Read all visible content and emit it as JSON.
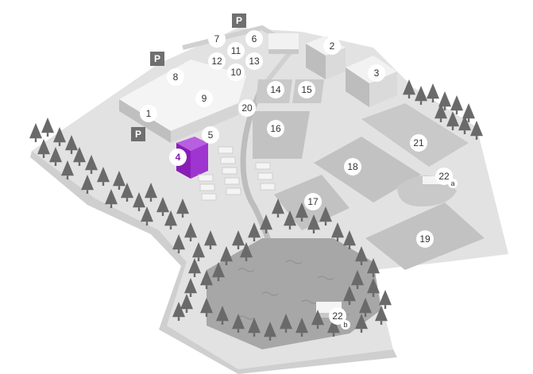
{
  "map": {
    "highlight_color": "#8a1cb8",
    "markers": [
      {
        "id": "1",
        "label": "1"
      },
      {
        "id": "2",
        "label": "2"
      },
      {
        "id": "3",
        "label": "3"
      },
      {
        "id": "4",
        "label": "4",
        "highlighted": true
      },
      {
        "id": "5",
        "label": "5"
      },
      {
        "id": "6",
        "label": "6"
      },
      {
        "id": "7",
        "label": "7"
      },
      {
        "id": "8",
        "label": "8"
      },
      {
        "id": "9",
        "label": "9"
      },
      {
        "id": "10",
        "label": "10"
      },
      {
        "id": "11",
        "label": "11"
      },
      {
        "id": "12",
        "label": "12"
      },
      {
        "id": "13",
        "label": "13"
      },
      {
        "id": "14",
        "label": "14"
      },
      {
        "id": "15",
        "label": "15"
      },
      {
        "id": "16",
        "label": "16"
      },
      {
        "id": "17",
        "label": "17"
      },
      {
        "id": "18",
        "label": "18"
      },
      {
        "id": "19",
        "label": "19"
      },
      {
        "id": "20",
        "label": "20"
      },
      {
        "id": "21",
        "label": "21"
      },
      {
        "id": "22a",
        "label": "22",
        "sub": "a"
      },
      {
        "id": "22b",
        "label": "22",
        "sub": "b"
      }
    ],
    "parking_label": "P",
    "parking_count": 3
  }
}
